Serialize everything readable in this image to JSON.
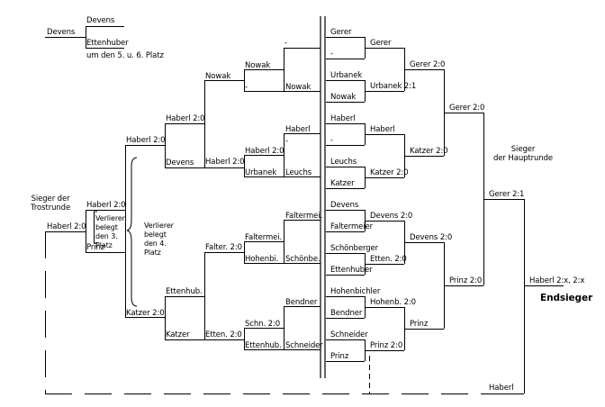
{
  "placement_note": "um den 5. u. 6. Platz",
  "consolation_title": "Sieger der\nTrostrunde",
  "main_title": "Sieger\nder Hauptrunde",
  "final_winner_label": "Endsieger",
  "loser_note_3": "Verlierer\nbelegt\nden 3.\nPlatz",
  "loser_note_4": "Verlierer\nbelegt\nden 4.\nPlatz",
  "colors": {
    "line": "#000000",
    "text": "#000000",
    "background": "#ffffff"
  },
  "labels": [
    "Devens",
    "Ettenhuber",
    "Devens",
    "-",
    "Nowak",
    "-",
    "Nowak",
    "Haberl 2:0",
    "Devens",
    "Haberl",
    "-",
    "Haberl 2:0",
    "Urbanek",
    "Haberl 2:0",
    "Leuchs",
    "Haberl 2:0",
    "Haberl 2:0",
    "Prinz",
    "Haberl 2:0",
    "Faltermei.",
    "Hohenbi.",
    "Falter. 2:0",
    "Faltermei.",
    "Schönbe.",
    "Ettenhub.",
    "Bendner",
    "Schneider",
    "Schn. 2:0",
    "Ettenhub.",
    "Etten. 2:0",
    "Katzer",
    "Katzer 2:0",
    "Gerer",
    "-",
    "Urbanek",
    "Nowak",
    "Gerer",
    "Urbanek 2:1",
    "Gerer 2:0",
    "Haberl",
    "-",
    "Leuchs",
    "Katzer",
    "Haberl",
    "Katzer 2:0",
    "Katzer 2:0",
    "Gerer 2:0",
    "Devens",
    "Faltermeier",
    "Schönberger",
    "Ettenhuber",
    "Devens 2:0",
    "Etten. 2:0",
    "Devens 2:0",
    "Hohenbichler",
    "Bendner",
    "Schneider",
    "Prinz",
    "Hohenb. 2:0",
    "Prinz 2:0",
    "Prinz",
    "Prinz 2:0",
    "Gerer 2:1",
    "Haberl 2:x, 2:x",
    "Haberl"
  ]
}
